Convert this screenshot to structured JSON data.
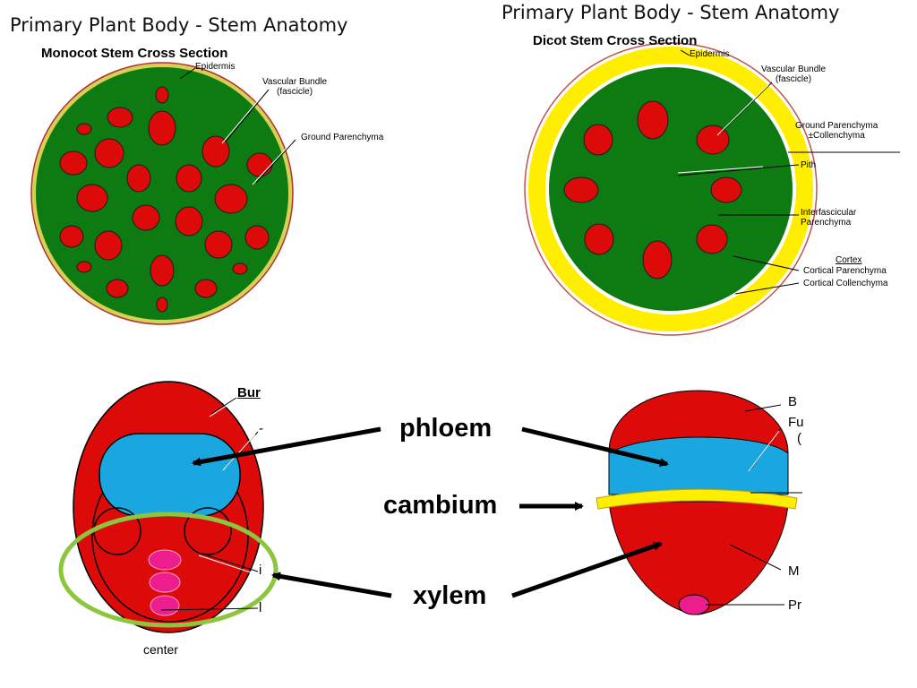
{
  "slide": {
    "title_left": "Primary Plant Body - Stem Anatomy",
    "title_right": "Primary Plant Body - Stem Anatomy"
  },
  "monocot": {
    "title": "Monocot Stem Cross Section",
    "labels": {
      "epidermis": "Epidermis",
      "vascular_bundle": "Vascular Bundle\n(fascicle)",
      "ground_parenchyma": "Ground Parenchyma"
    }
  },
  "dicot": {
    "title": "Dicot Stem Cross Section",
    "labels": {
      "epidermis": "Epidermis",
      "vascular_bundle": "Vascular Bundle\n(fascicle)",
      "ground_parenchyma": "Ground Parenchyma\n±Collenchyma",
      "pith": "Pith",
      "interfascicular": "Interfascicular\nParenchyma",
      "cortex": "Cortex",
      "cortical_parenchyma": "Cortical Parenchyma",
      "cortical_collenchyma": "Cortical Collenchyma"
    }
  },
  "bundles": {
    "left_labels": {
      "top": "Bur",
      "right_top": "-",
      "i": "i",
      "l": "l",
      "center": "center"
    },
    "right_labels": {
      "b": "B",
      "fu": "Fu",
      "paren": "(",
      "me": "M",
      "pr": "Pr"
    },
    "arrows": {
      "phloem": "phloem",
      "cambium": "cambium",
      "xylem": "xylem"
    }
  },
  "colors": {
    "ground_green": "#0e7a12",
    "bundle_red": "#dd0a0a",
    "phloem_blue": "#1aa7e0",
    "cambium_yellow": "#ffee00",
    "xylem_pink": "#ee1d8e",
    "highlight_green": "#8cc63f",
    "epidermis_ring": "#d05050"
  }
}
